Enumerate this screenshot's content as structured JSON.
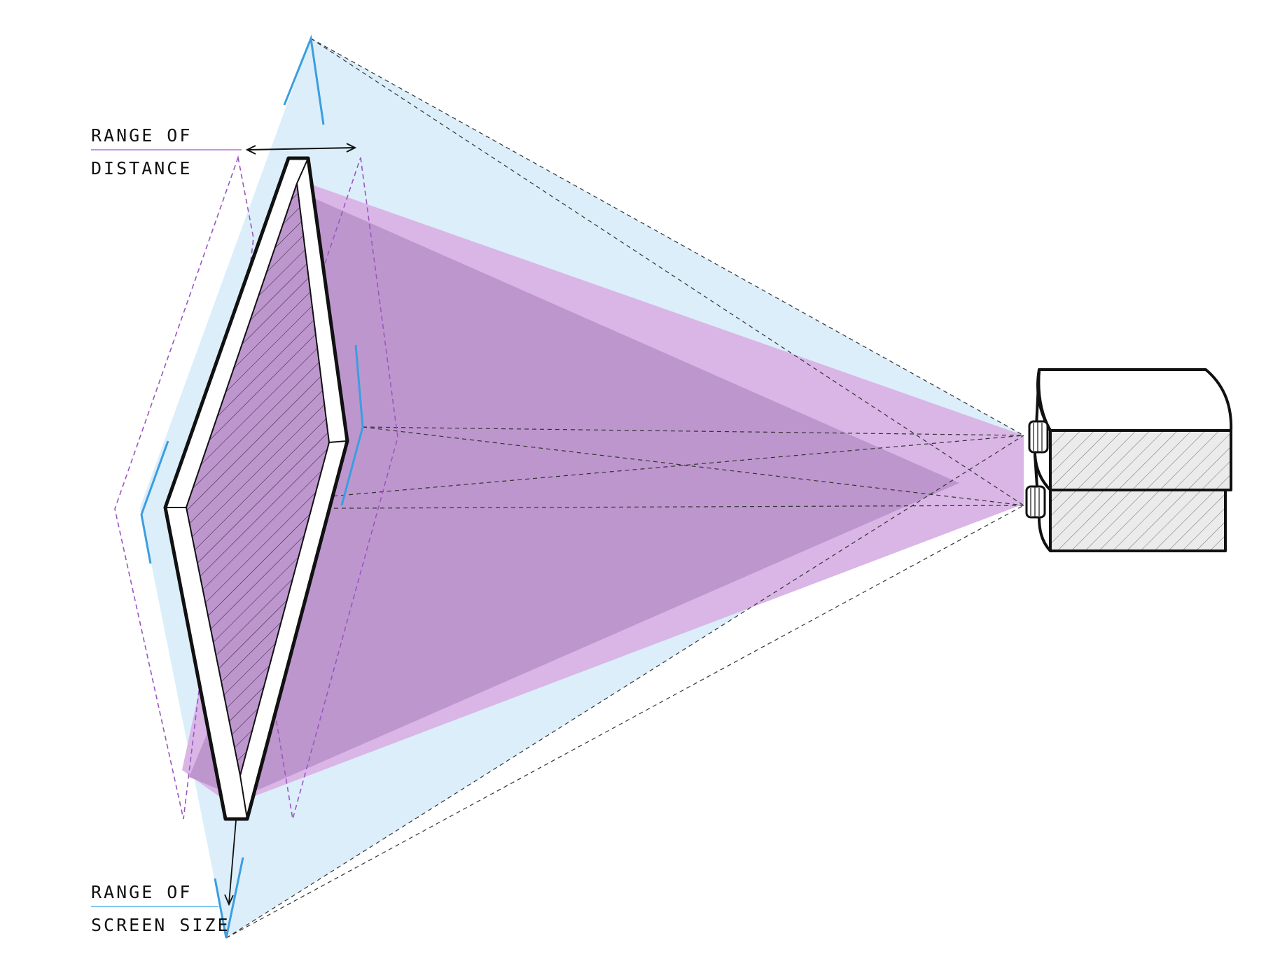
{
  "labels": {
    "range_of_distance": [
      "RANGE OF",
      "DISTANCE"
    ],
    "range_of_screen_size": [
      "RANGE OF",
      "SCREEN SIZE"
    ]
  },
  "colors": {
    "background": "#ffffff",
    "max_throw_cone": "#dbeefa",
    "projection_light": "#d9b6e6",
    "projection_dark": "#bd96ce",
    "screen_frame": "#111111",
    "screen_border": "#ffffff",
    "distance_guides": "#9b56c0",
    "screen_size_guides": "#3a9ee0",
    "projector_body": "#ebebeb",
    "leader_distance": "#b56fd6",
    "leader_screen_size": "#53b4e8"
  },
  "icons": [
    "projector-icon",
    "projection-screen-icon"
  ]
}
